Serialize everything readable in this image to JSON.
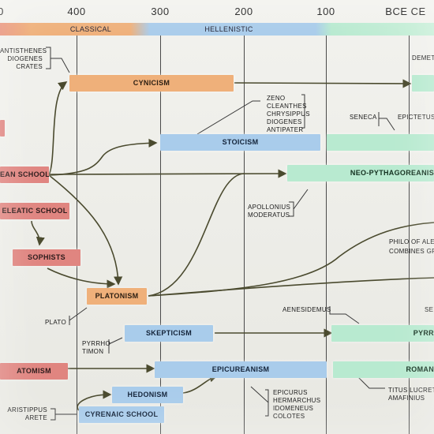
{
  "timeline": {
    "ticks": [
      "0",
      "400",
      "300",
      "200",
      "100",
      "BCE CE"
    ],
    "eras": [
      "Classical",
      "Hellenistic"
    ]
  },
  "schools": {
    "cynicism": "Cynicism",
    "stoicism": "Stoicism",
    "neo_pythagoreanism": "Neo-Pythagoreanis",
    "pythagorean": "ean School",
    "eleatic": "Eleatic School",
    "sophists": "Sophists",
    "platonism": "Platonism",
    "skepticism": "Skepticism",
    "pyrrhonism": "Pyrr",
    "atomism": "Atomism",
    "epicureanism": "Epicureanism",
    "roman": "Roman",
    "hedonism": "Hedonism",
    "cyrenaic": "Cyrenaic School"
  },
  "people": {
    "cynics": "Antisthenes\nDiogenes\nCrates",
    "demetrius": "Demet",
    "stoics": "Zeno\nCleanthes\nChrysippus\nDiogenes\nAntipater",
    "seneca": "Seneca",
    "epictetus": "Epictetus",
    "neopyth": "Apollonius\nModeratus",
    "philo": "Philo of Alex",
    "philo_note": "combines Gr",
    "aenesidemus": "Aenesidemus",
    "sextus": "Se",
    "plato": "Plato",
    "skeptics": "Pyrrho\nTimon",
    "epicureans": "Epicurus\nHermarchus\nIdomeneus\nColotes",
    "romans": "Titus Lucretiu\nAmafinius",
    "cyrenaics": "Aristippus\nArete"
  },
  "colors": {
    "classical": "#efb07a",
    "hellenistic": "#a9cceb",
    "roman": "#b8ead0",
    "presocratic": "#e08580"
  }
}
